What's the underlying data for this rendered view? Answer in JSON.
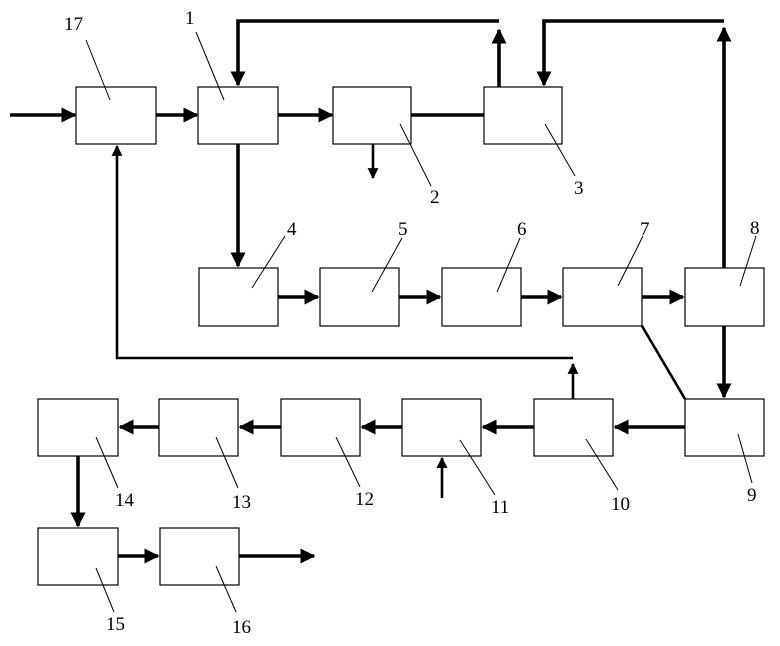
{
  "labels": {
    "b1": "1",
    "b2": "2",
    "b3": "3",
    "b4": "4",
    "b5": "5",
    "b6": "6",
    "b7": "7",
    "b8": "8",
    "b9": "9",
    "b10": "10",
    "b11": "11",
    "b12": "12",
    "b13": "13",
    "b14": "14",
    "b15": "15",
    "b16": "16",
    "b17": "17"
  },
  "colors": {
    "line": "#000000",
    "box_fill": "#ffffff"
  }
}
